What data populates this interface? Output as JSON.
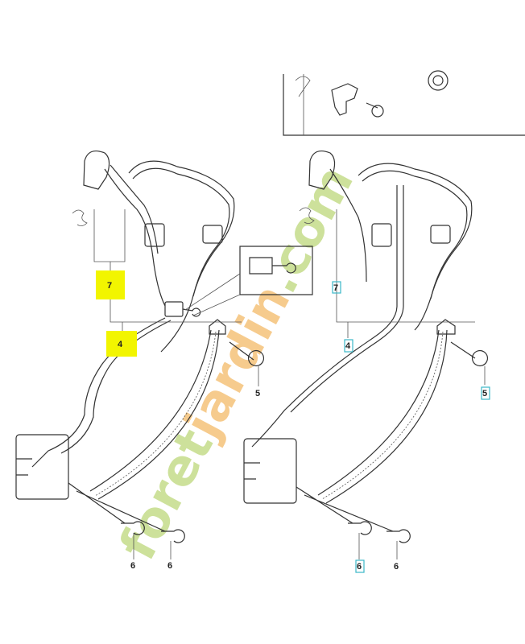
{
  "watermark": {
    "text_part1": "foret",
    "text_part2": "jardin",
    "text_part3": ".com",
    "color_green": "#c5dc8a",
    "color_orange": "#f5c27a"
  },
  "colors": {
    "highlight_yellow": "#f2f500",
    "highlight_cyan": "#3bb8c8",
    "line": "#333333"
  },
  "left_assembly": {
    "callouts": [
      {
        "label": "7",
        "style": "yellow-box"
      },
      {
        "label": "4",
        "style": "yellow-box"
      },
      {
        "label": "5",
        "style": "plain"
      },
      {
        "label": "6",
        "style": "plain"
      },
      {
        "label": "6",
        "style": "plain"
      }
    ]
  },
  "right_assembly": {
    "callouts": [
      {
        "label": "7",
        "style": "cyan-box"
      },
      {
        "label": "4",
        "style": "cyan-box"
      },
      {
        "label": "5",
        "style": "cyan-box"
      },
      {
        "label": "6",
        "style": "cyan-box"
      },
      {
        "label": "6",
        "style": "plain"
      }
    ]
  }
}
